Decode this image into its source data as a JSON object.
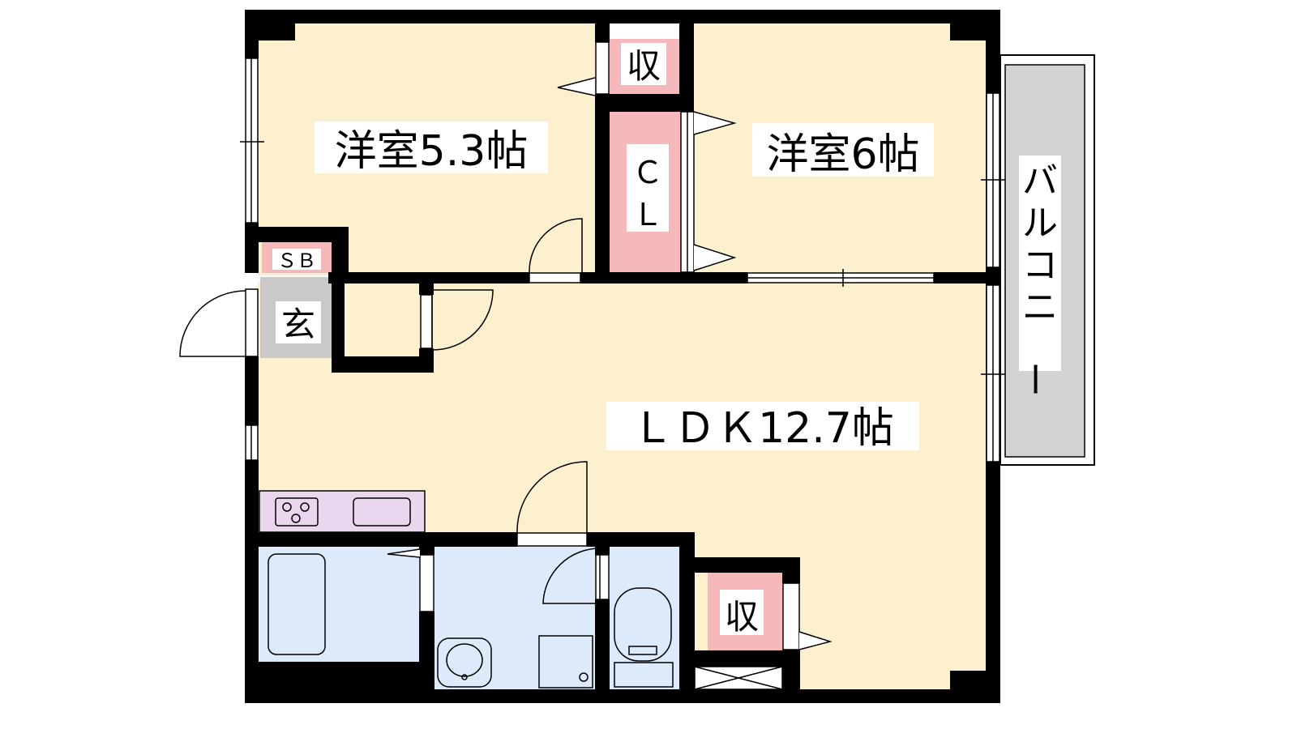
{
  "rooms": {
    "western_room_1": "洋室5.3帖",
    "western_room_2": "洋室6帖",
    "ldk": "ＬＤＫ12.7帖",
    "balcony": [
      "バ",
      "ル",
      "コ",
      "ニ",
      "ー"
    ],
    "storage_top": "収",
    "storage_bottom": "収",
    "closet": [
      "Ｃ",
      "Ｌ"
    ],
    "shoe_box": "ＳＢ",
    "entrance": "玄"
  },
  "colors": {
    "wall": "#000000",
    "room_floor": "#fcf0cf",
    "storage": "#f6b9bb",
    "wet_area": "#dceaf9",
    "entrance_floor": "#c9c9c9",
    "balcony_floor": "#d2d2d2",
    "kitchen_counter": "#ead6ef"
  }
}
